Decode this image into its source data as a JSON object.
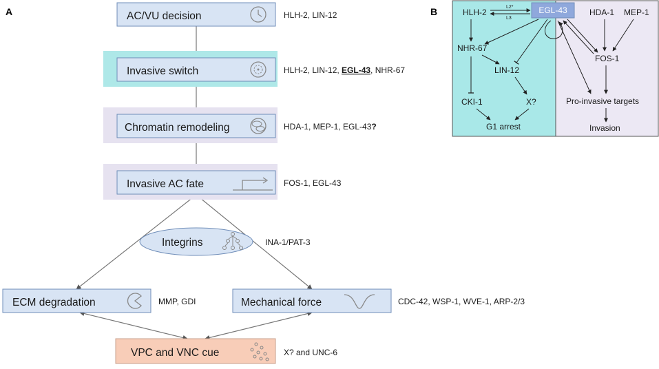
{
  "panel_a": {
    "label": "A",
    "steps": [
      {
        "label": "AC/VU decision",
        "genes": "HLH-2, LIN-12",
        "icon": "clock-icon"
      },
      {
        "label": "Invasive switch",
        "genes_parts": [
          "HLH-2, LIN-12, ",
          "EGL-43",
          ", NHR-67"
        ],
        "icon": "cell-cycle-icon"
      },
      {
        "label": "Chromatin remodeling",
        "genes_parts": [
          "HDA-1, MEP-1, EGL-43",
          "?"
        ],
        "icon": "chromatin-icon"
      },
      {
        "label": "Invasive AC fate",
        "genes": "FOS-1, EGL-43",
        "icon": "gene-promoter-icon"
      },
      {
        "label": "Integrins",
        "genes": "INA-1/PAT-3",
        "icon": "integrin-icon"
      },
      {
        "label": "ECM degradation",
        "genes": "MMP, GDI",
        "icon": "pacman-icon"
      },
      {
        "label": "Mechanical force",
        "genes": "CDC-42, WSP-1, WVE-1, ARP-2/3",
        "icon": "membrane-dip-icon"
      },
      {
        "label": "VPC and VNC cue",
        "genes": "X? and UNC-6",
        "icon": "dots-cluster-icon"
      }
    ]
  },
  "panel_b": {
    "label": "B",
    "nodes": {
      "hlh2": "HLH-2",
      "egl43": "EGL-43",
      "hda1": "HDA-1",
      "mep1": "MEP-1",
      "nhr67": "NHR-67",
      "fos1": "FOS-1",
      "lin12": "LIN-12",
      "cki1": "CKI-1",
      "x": "X?",
      "g1": "G1 arrest",
      "targets": "Pro-invasive targets",
      "invasion": "Invasion"
    },
    "edge_labels": {
      "top": "L2*",
      "bottom": "L3"
    }
  },
  "colors": {
    "box_fill": "#d8e4f4",
    "box_border": "#6f8db8",
    "invasive_band": "#aee8e8",
    "chromatin_band": "#e6e2f0",
    "fate_band": "#e6e2f0",
    "vpc_fill": "#f8cdb8",
    "integrin_fill": "#d8e4f4",
    "b_left_panel": "#a9e8e8",
    "b_right_panel": "#ece8f4",
    "egl43_fill": "#8fa8dc"
  }
}
